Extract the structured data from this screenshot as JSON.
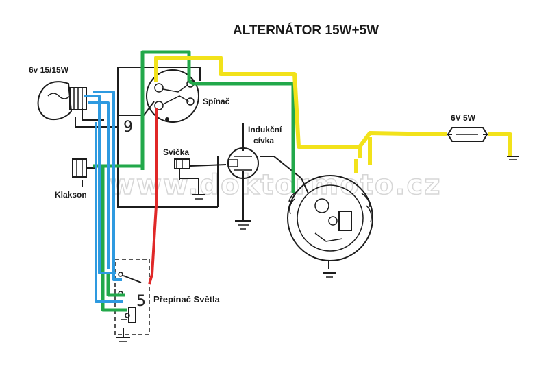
{
  "diagram": {
    "title": "ALTERNÁTOR  15W+5W",
    "watermark": "www.doktormoto.cz",
    "labels": {
      "headlamp": "6v  15/15W",
      "ignition_switch": "Spínač",
      "induction_coil_line1": "Indukční",
      "induction_coil_line2": "cívka",
      "spark_plug": "Svíčka",
      "horn": "Klakson",
      "tail_lamp": "6V 5W",
      "light_switch": "Přepínač Světla",
      "switch_digit_9": "9",
      "switch_digit_5": "5"
    },
    "wire_colors": {
      "green": "#22a84a",
      "blue": "#2e9ae0",
      "yellow": "#f2e21a",
      "red": "#e02828",
      "black": "#1c1c1c"
    }
  }
}
